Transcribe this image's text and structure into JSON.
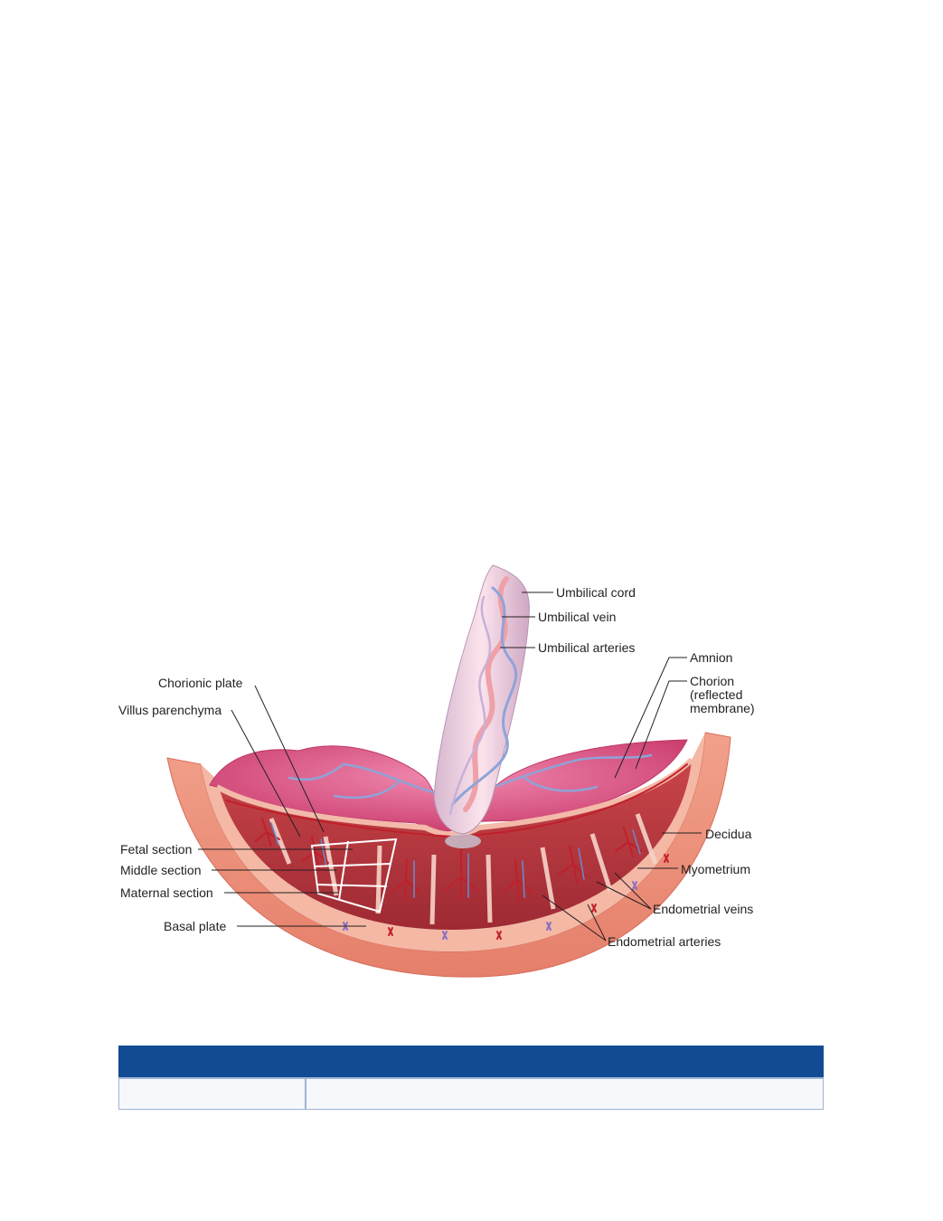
{
  "figure": {
    "labels": {
      "umbilical_cord": "Umbilical cord",
      "umbilical_vein": "Umbilical vein",
      "umbilical_arteries": "Umbilical arteries",
      "amnion": "Amnion",
      "chorion_1": "Chorion",
      "chorion_2": "(reflected",
      "chorion_3": "membrane)",
      "chorionic_plate": "Chorionic plate",
      "villus_parenchyma": "Villus parenchyma",
      "fetal_section": "Fetal section",
      "middle_section": "Middle section",
      "maternal_section": "Maternal section",
      "basal_plate": "Basal plate",
      "decidua": "Decidua",
      "myometrium": "Myometrium",
      "endometrial_veins": "Endometrial veins",
      "endometrial_arteries": "Endometrial arteries"
    },
    "colors": {
      "myometrium": "#ef9a84",
      "decidua": "#f3b3a0",
      "parenchyma": "#b5383e",
      "chorionic_surface": "#d9457a",
      "cord": "#f1c7d8",
      "vessel_red": "#c0202a",
      "vessel_blue": "#6f86c6"
    }
  },
  "table": {
    "header_color": "#124b93",
    "border_color": "#9fb5d3"
  }
}
